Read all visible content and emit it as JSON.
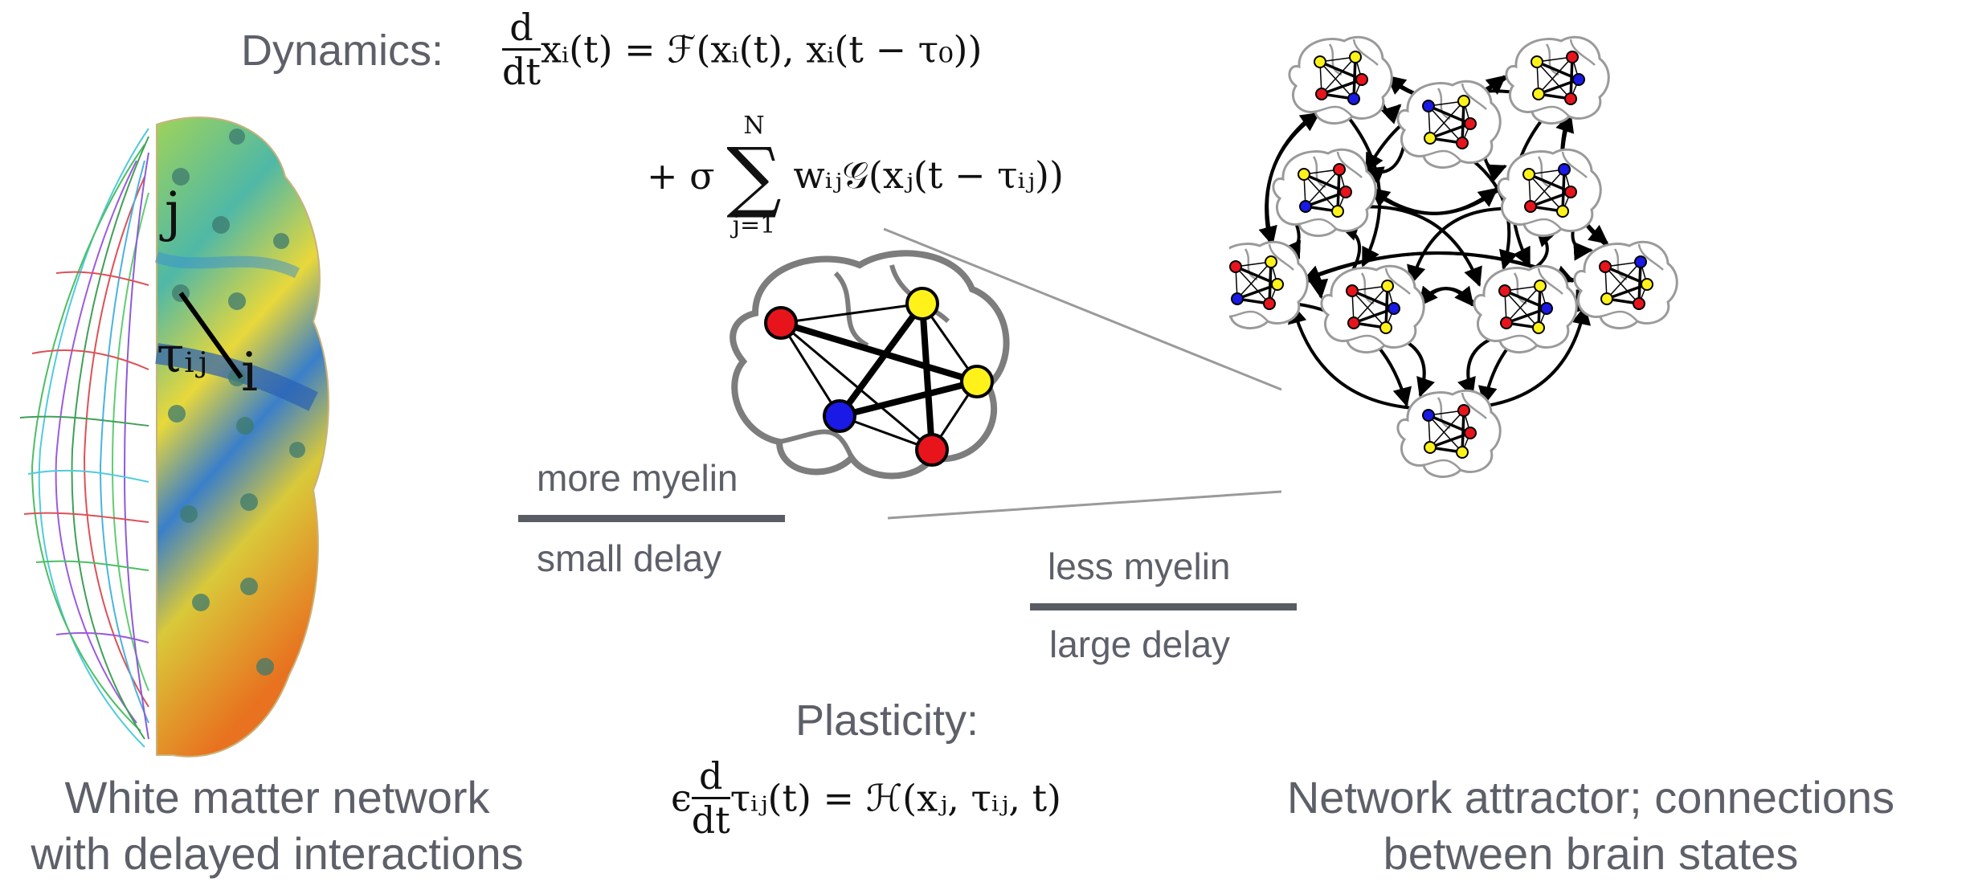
{
  "dynamics": {
    "label": "Dynamics:",
    "eq1_num": "d",
    "eq1_den": "dt",
    "eq1_rhs": "xᵢ(t) = ℱ(xᵢ(t), xᵢ(t − τ₀))",
    "eq2_prefix": "+ σ",
    "eq2_sum_top": "N",
    "eq2_sum_bottom": "j=1",
    "eq2_rhs": "wᵢⱼ𝒢(xⱼ(t − τᵢⱼ))"
  },
  "brain_image": {
    "node_j": "j",
    "node_i": "i",
    "delay": "τᵢⱼ"
  },
  "myelin": {
    "more_label": "more myelin",
    "small_label": "small delay",
    "less_label": "less myelin",
    "large_label": "large delay"
  },
  "plasticity": {
    "label": "Plasticity:",
    "eq_prefix": "ϵ",
    "eq_num": "d",
    "eq_den": "dt",
    "eq_rhs": "τᵢⱼ(t) = ℋ(xⱼ, τᵢⱼ, t)"
  },
  "captions": {
    "left_line1": "White matter network",
    "left_line2": "with delayed interactions",
    "right_line1": "Network attractor; connections",
    "right_line2": "between brain states"
  },
  "colors": {
    "red": "#e8141c",
    "yellow": "#fff21a",
    "blue": "#1a1ae6",
    "outline": "#8a8a8a",
    "label": "#5d6068"
  },
  "attractor_states": [
    {
      "nodes": [
        "yellow",
        "yellow",
        "red",
        "red",
        "blue"
      ]
    },
    {
      "nodes": [
        "yellow",
        "red",
        "blue",
        "yellow",
        "red"
      ]
    },
    {
      "nodes": [
        "blue",
        "yellow",
        "red",
        "yellow",
        "red"
      ]
    },
    {
      "nodes": [
        "yellow",
        "red",
        "red",
        "blue",
        "yellow"
      ]
    },
    {
      "nodes": [
        "yellow",
        "blue",
        "red",
        "red",
        "yellow"
      ]
    },
    {
      "nodes": [
        "red",
        "yellow",
        "yellow",
        "blue",
        "red"
      ]
    },
    {
      "nodes": [
        "red",
        "blue",
        "yellow",
        "yellow",
        "red"
      ]
    },
    {
      "nodes": [
        "red",
        "yellow",
        "blue",
        "red",
        "yellow"
      ]
    },
    {
      "nodes": [
        "red",
        "yellow",
        "blue",
        "red",
        "yellow"
      ]
    },
    {
      "nodes": [
        "blue",
        "red",
        "red",
        "yellow",
        "yellow"
      ]
    }
  ]
}
